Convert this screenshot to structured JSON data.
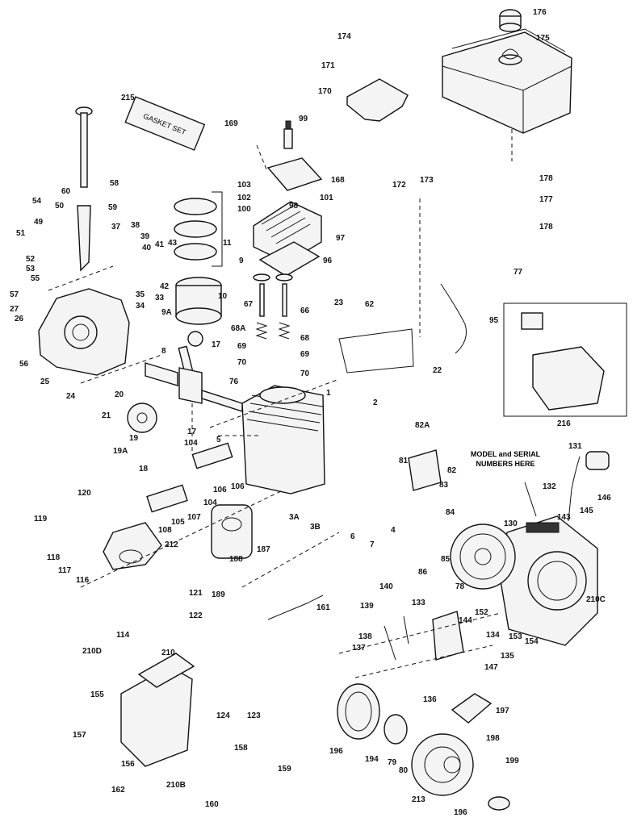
{
  "gasket_box_text": "GASKET SET",
  "model_note": "MODEL and SERIAL\nNUMBERS HERE",
  "callouts": [
    "176",
    "175",
    "174",
    "171",
    "170",
    "169",
    "99",
    "168",
    "215",
    "58",
    "59",
    "60",
    "50",
    "54",
    "49",
    "51",
    "52",
    "53",
    "55",
    "57",
    "27",
    "26",
    "56",
    "25",
    "24",
    "37",
    "38",
    "39",
    "40",
    "41",
    "43",
    "42",
    "35",
    "34",
    "33",
    "11",
    "9",
    "10",
    "9A",
    "103",
    "102",
    "100",
    "101",
    "98",
    "97",
    "96",
    "173",
    "172",
    "178",
    "177",
    "77",
    "67",
    "66",
    "68A",
    "68",
    "69",
    "70",
    "23",
    "62",
    "95",
    "22",
    "8",
    "17",
    "76",
    "20",
    "21",
    "19",
    "19A",
    "18",
    "104",
    "5",
    "106",
    "107",
    "105",
    "108",
    "120",
    "119",
    "118",
    "117",
    "116",
    "212",
    "121",
    "122",
    "114",
    "1",
    "2",
    "3A",
    "3B",
    "6",
    "7",
    "4",
    "81",
    "82",
    "82A",
    "83",
    "84",
    "85",
    "86",
    "78",
    "131",
    "132",
    "143",
    "146",
    "145",
    "130",
    "216",
    "210C",
    "161",
    "140",
    "139",
    "133",
    "144",
    "138",
    "137",
    "134",
    "152",
    "153",
    "154",
    "135",
    "147",
    "136",
    "187",
    "188",
    "189",
    "210D",
    "210",
    "155",
    "157",
    "156",
    "162",
    "124",
    "123",
    "158",
    "159",
    "160",
    "210B",
    "196",
    "194",
    "79",
    "80",
    "197",
    "198",
    "199",
    "213"
  ]
}
